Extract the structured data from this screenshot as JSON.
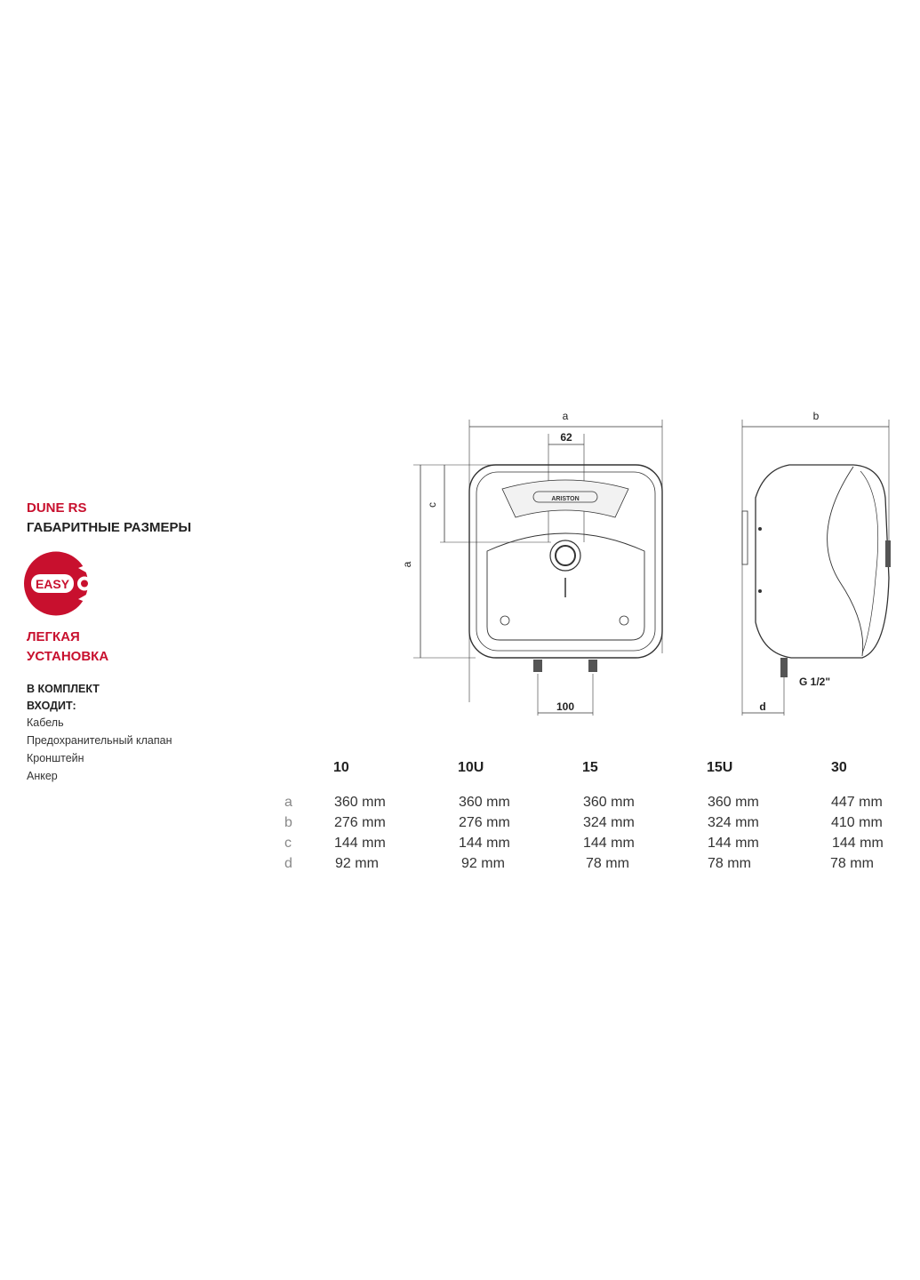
{
  "header": {
    "product": "DUNE RS",
    "section": "ГАБАРИТНЫЕ РАЗМЕРЫ"
  },
  "easy": {
    "logo_text": "EASY",
    "caption_line1": "ЛЕГКАЯ",
    "caption_line2": "УСТАНОВКА"
  },
  "included": {
    "title_line1": "В КОМПЛЕКТ",
    "title_line2": "ВХОДИТ:",
    "items": [
      "Кабель",
      "Предохранительный клапан",
      "Кронштейн",
      "Анкер"
    ]
  },
  "drawing": {
    "front_width_label": "a",
    "front_height_label": "a",
    "offset_label": "c",
    "knob_width_label": "62",
    "pipe_spacing_label": "100",
    "side_depth_label": "b",
    "side_offset_label": "d",
    "thread_label": "G 1/2\"",
    "brand": "ARISTON"
  },
  "table": {
    "models": [
      "10",
      "10U",
      "15",
      "15U",
      "30"
    ],
    "rows": [
      {
        "label": "a",
        "values": [
          "360 mm",
          "360 mm",
          "360 mm",
          "360 mm",
          "447 mm"
        ]
      },
      {
        "label": "b",
        "values": [
          "276 mm",
          "276 mm",
          "324 mm",
          "324 mm",
          "410 mm"
        ]
      },
      {
        "label": "c",
        "values": [
          "144 mm",
          "144 mm",
          "144 mm",
          "144 mm",
          "144 mm"
        ]
      },
      {
        "label": "d",
        "values": [
          "92 mm",
          "92 mm",
          "78 mm",
          "78 mm",
          "78 mm"
        ]
      }
    ]
  },
  "colors": {
    "accent": "#c8102e",
    "text": "#222222",
    "muted": "#888888"
  }
}
